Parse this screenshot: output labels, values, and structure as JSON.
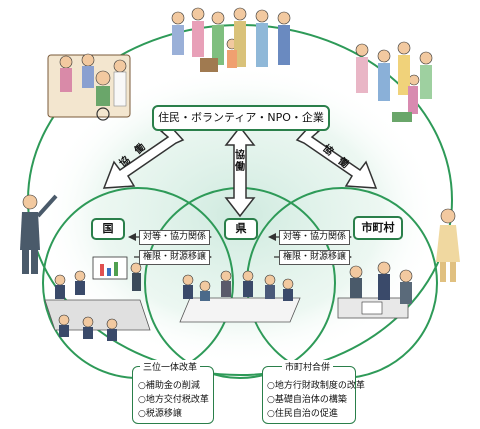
{
  "top_box": "住民・ボランティア・NPO・企業",
  "cooperation": {
    "left": "協　働",
    "center": "協　働",
    "right": "協　働"
  },
  "nodes": {
    "kuni": "国",
    "ken": "県",
    "shichouson": "市町村"
  },
  "relations": {
    "left_equal": "対等・協力関係",
    "left_transfer": "権限・財源移譲",
    "right_equal": "対等・協力関係",
    "right_transfer": "権限・財源移譲"
  },
  "panels": {
    "sanmi": {
      "title": "三位一体改革",
      "items": [
        "○補助金の削減",
        "○地方交付税改革",
        "○税源移譲"
      ]
    },
    "gappei": {
      "title": "市町村合併",
      "items": [
        "○地方行財政制度の改革",
        "○基礎自治体の構築",
        "○住民自治の促進"
      ]
    }
  },
  "colors": {
    "ring": "#2e9a58",
    "frame": "#2a7f4a",
    "arrow_fill": "#ffffff",
    "arrow_stroke": "#333333",
    "glow": "#d8efe6"
  },
  "icons": [
    "elderly-care-group-illustration",
    "crowd-illustration",
    "family-illustration",
    "presenter-illustration",
    "meeting-room-illustration",
    "round-table-illustration",
    "office-discussion-illustration",
    "woman-illustration"
  ]
}
